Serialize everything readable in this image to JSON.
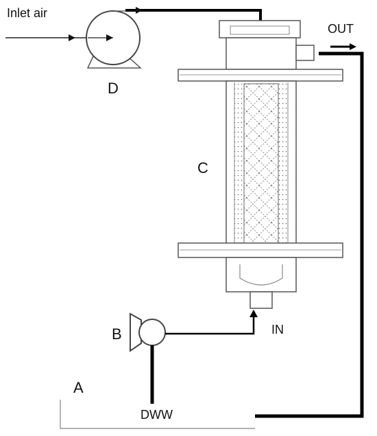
{
  "labels": {
    "inlet_air": "Inlet air",
    "out": "OUT",
    "in": "IN",
    "dww": "DWW",
    "a": "A",
    "b": "B",
    "c": "C",
    "d": "D"
  },
  "colors": {
    "line": "#000000",
    "outline": "#555555",
    "packing": "#777777"
  }
}
